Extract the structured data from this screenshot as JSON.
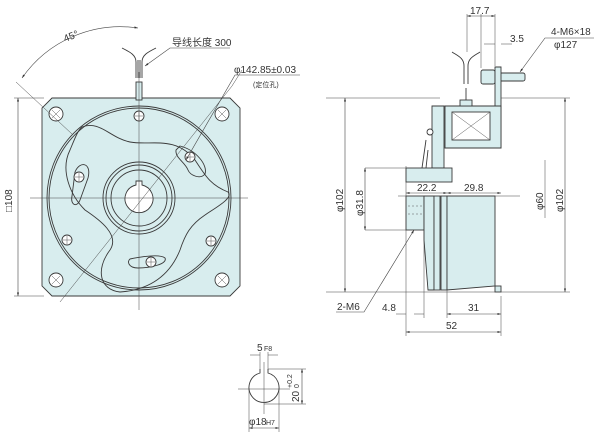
{
  "drawing": {
    "title": "Electromagnetic brake dimension drawing",
    "colors": {
      "part_fill": "#d8edee",
      "line": "#3a3a3a",
      "background": "#ffffff"
    },
    "front_view": {
      "angle_label": "45°",
      "lead_wire_label": "导线长度 300",
      "pilot_diameter_label": "φ142.85±0.03",
      "pilot_note": "(定位孔)",
      "square_size_label": "□108"
    },
    "side_view": {
      "dim_17_7": "17.7",
      "dim_3_5": "3.5",
      "bolt_label": "4-M6×18",
      "bolt_pcd": "φ127",
      "dia_102_left": "φ102",
      "dia_31_8": "φ31.8",
      "dim_22_2": "22.2",
      "dim_29_8": "29.8",
      "dia_60": "φ60",
      "dia_102_right": "φ102",
      "tap_label": "2-M6",
      "dim_4_8": "4.8",
      "dim_31": "31",
      "dim_52": "52"
    },
    "keyway_view": {
      "key_width": "5",
      "key_width_tol": "F8",
      "key_depth": "20",
      "key_depth_tol_upper": "+0.2",
      "key_depth_tol_lower": "0",
      "bore": "φ18",
      "bore_tol": "H7"
    }
  }
}
